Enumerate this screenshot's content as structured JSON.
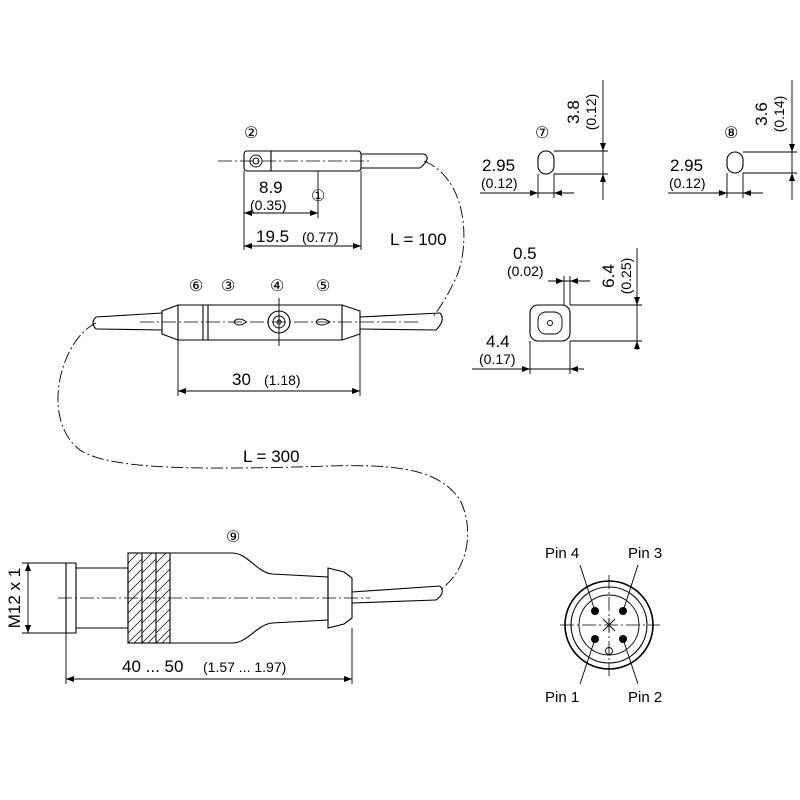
{
  "callouts": [
    "①",
    "②",
    "③",
    "④",
    "⑤",
    "⑥",
    "⑦",
    "⑧",
    "⑨"
  ],
  "dims": {
    "sensor_len_a": "8.9",
    "sensor_len_a_in": "(0.35)",
    "sensor_len_b": "19.5",
    "sensor_len_b_in": "(0.77)",
    "cable_l1": "L = 100",
    "housing_len": "30",
    "housing_len_in": "(1.18)",
    "cable_l2": "L = 300",
    "thread": "M12 x 1",
    "connector_len": "40 ... 50",
    "connector_len_in": "(1.57 ... 1.97)",
    "d7_h": "3.8",
    "d7_h_in": "(0.12)",
    "d7_w": "2.95",
    "d7_w_in": "(0.12)",
    "d8_h": "3.6",
    "d8_h_in": "(0.14)",
    "d8_w": "2.95",
    "d8_w_in": "(0.12)",
    "slot_t": "0.5",
    "slot_t_in": "(0.02)",
    "slot_h": "6.4",
    "slot_h_in": "(0.25)",
    "slot_w": "4.4",
    "slot_w_in": "(0.17)"
  },
  "pins": {
    "pin1": "Pin 1",
    "pin2": "Pin 2",
    "pin3": "Pin 3",
    "pin4": "Pin 4"
  }
}
